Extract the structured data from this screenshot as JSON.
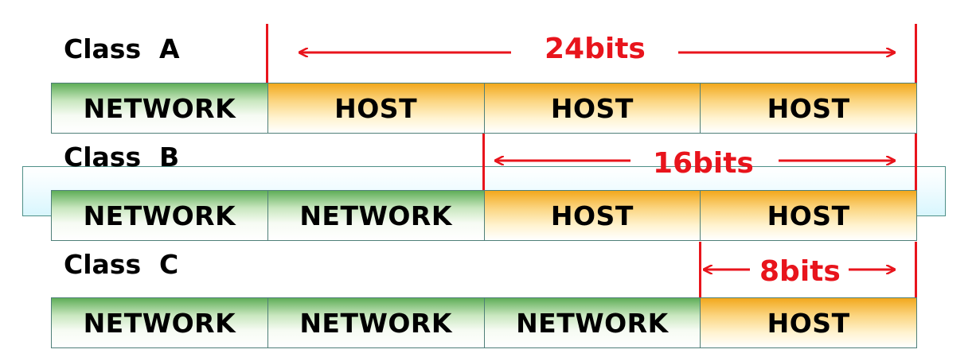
{
  "rows": [
    {
      "class_label": "Class  A",
      "bits_label": "24bits",
      "cells": [
        "NETWORK",
        "HOST",
        "HOST",
        "HOST"
      ],
      "cell_types": [
        "network",
        "host",
        "host",
        "host"
      ]
    },
    {
      "class_label": "Class  B",
      "bits_label": "16bits",
      "cells": [
        "NETWORK",
        "NETWORK",
        "HOST",
        "HOST"
      ],
      "cell_types": [
        "network",
        "network",
        "host",
        "host"
      ]
    },
    {
      "class_label": "Class  C",
      "bits_label": "8bits",
      "cells": [
        "NETWORK",
        "NETWORK",
        "NETWORK",
        "HOST"
      ],
      "cell_types": [
        "network",
        "network",
        "network",
        "host"
      ]
    }
  ],
  "colors": {
    "accent": "#e8141c",
    "network": "#5fae58",
    "host": "#f2a81c",
    "border": "#4f7f78"
  }
}
